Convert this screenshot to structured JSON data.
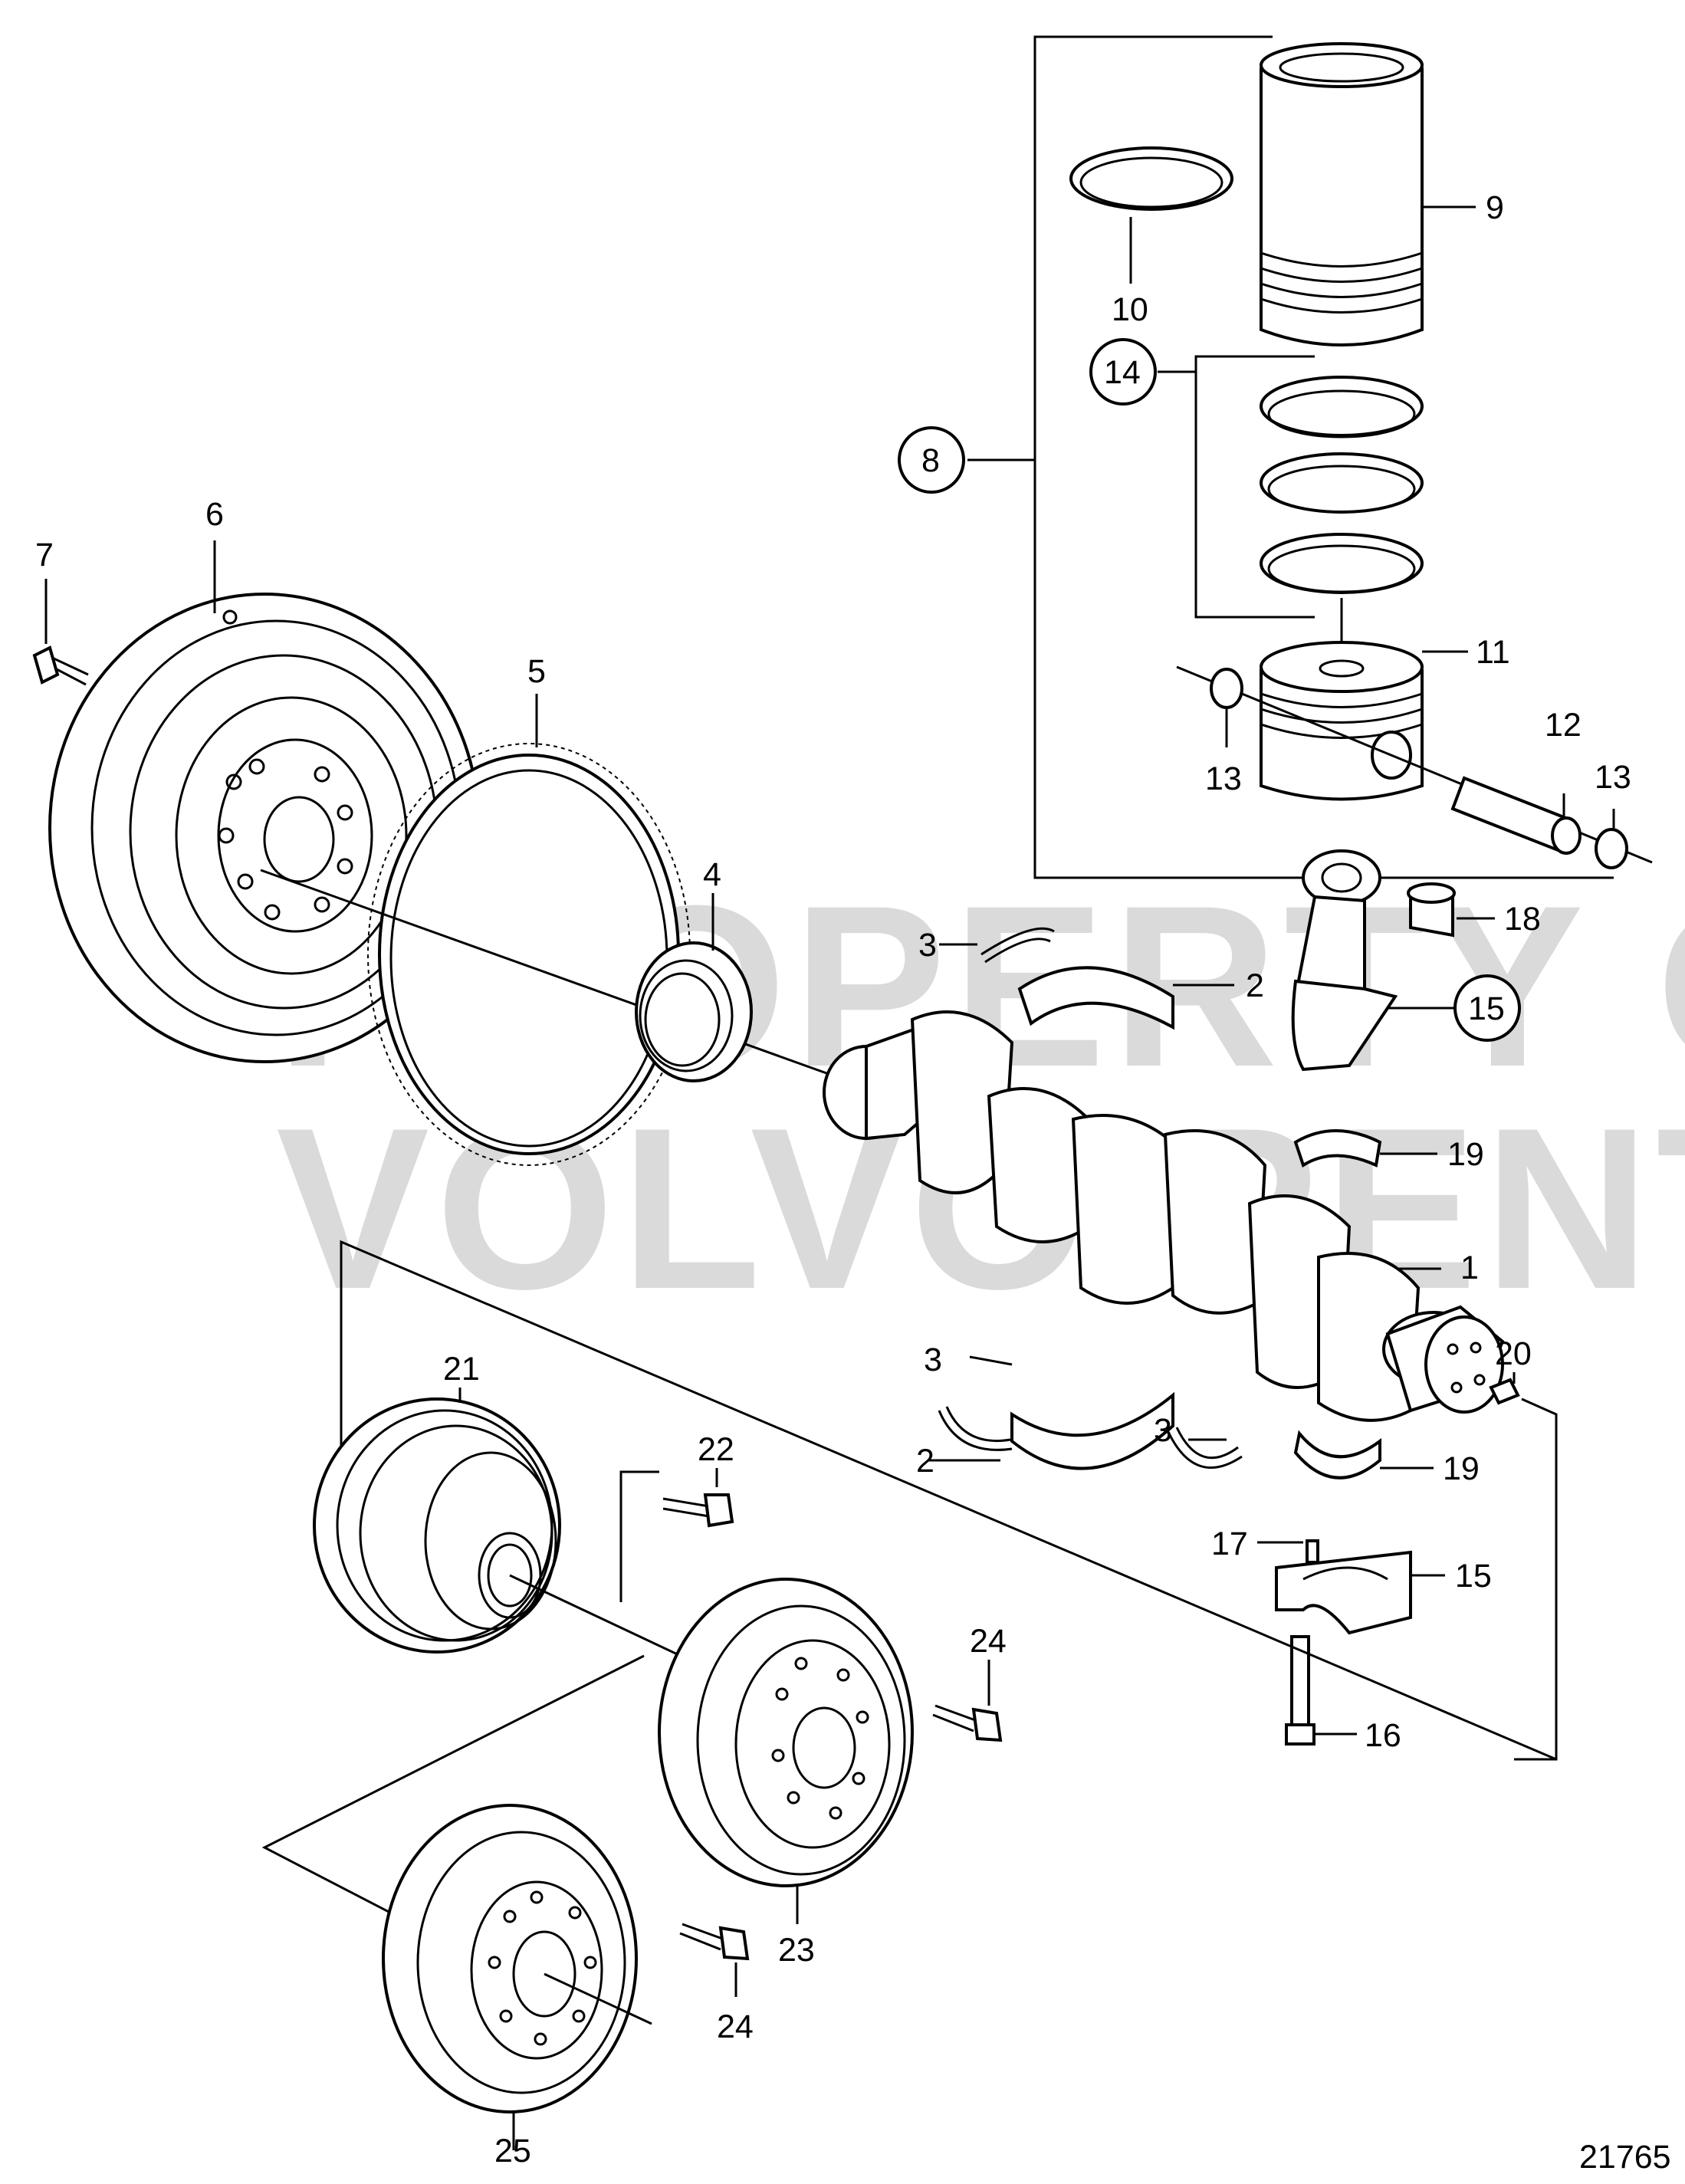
{
  "watermark": {
    "line1": "PROPERTY OF",
    "line2": "VOLVO PENTA"
  },
  "image_number": "21765",
  "callouts": {
    "c1": "1",
    "c2a": "2",
    "c2b": "2",
    "c3a": "3",
    "c3b": "3",
    "c3c": "3",
    "c4": "4",
    "c5": "5",
    "c6": "6",
    "c7": "7",
    "c8": "8",
    "c9": "9",
    "c10": "10",
    "c11": "11",
    "c12": "12",
    "c13a": "13",
    "c13b": "13",
    "c14": "14",
    "c15a": "15",
    "c15b": "15",
    "c16": "16",
    "c17": "17",
    "c18": "18",
    "c19a": "19",
    "c19b": "19",
    "c20": "20",
    "c21": "21",
    "c22": "22",
    "c23": "23",
    "c24a": "24",
    "c24b": "24",
    "c25": "25"
  }
}
